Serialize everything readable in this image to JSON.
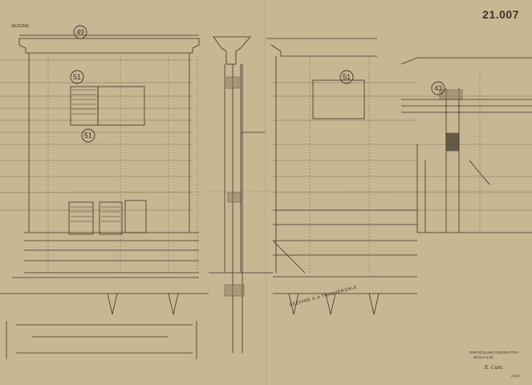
{
  "sheet": {
    "number": "21.007",
    "background_color": "#c8b793",
    "ink_color": "#3b3326",
    "fold_line_color": "#b5a37f"
  },
  "callouts": [
    "49",
    "51",
    "51",
    "51",
    "43"
  ],
  "section_label": "SEZIONE A-A TRASVERSALE",
  "captions": {
    "line1": "PARTICOLARI COSTRUTTIVI",
    "line2": "SCALA 1:20"
  },
  "signature": "E. Cant.",
  "stamp": "21007",
  "top_left_tag": "SEZIONE"
}
